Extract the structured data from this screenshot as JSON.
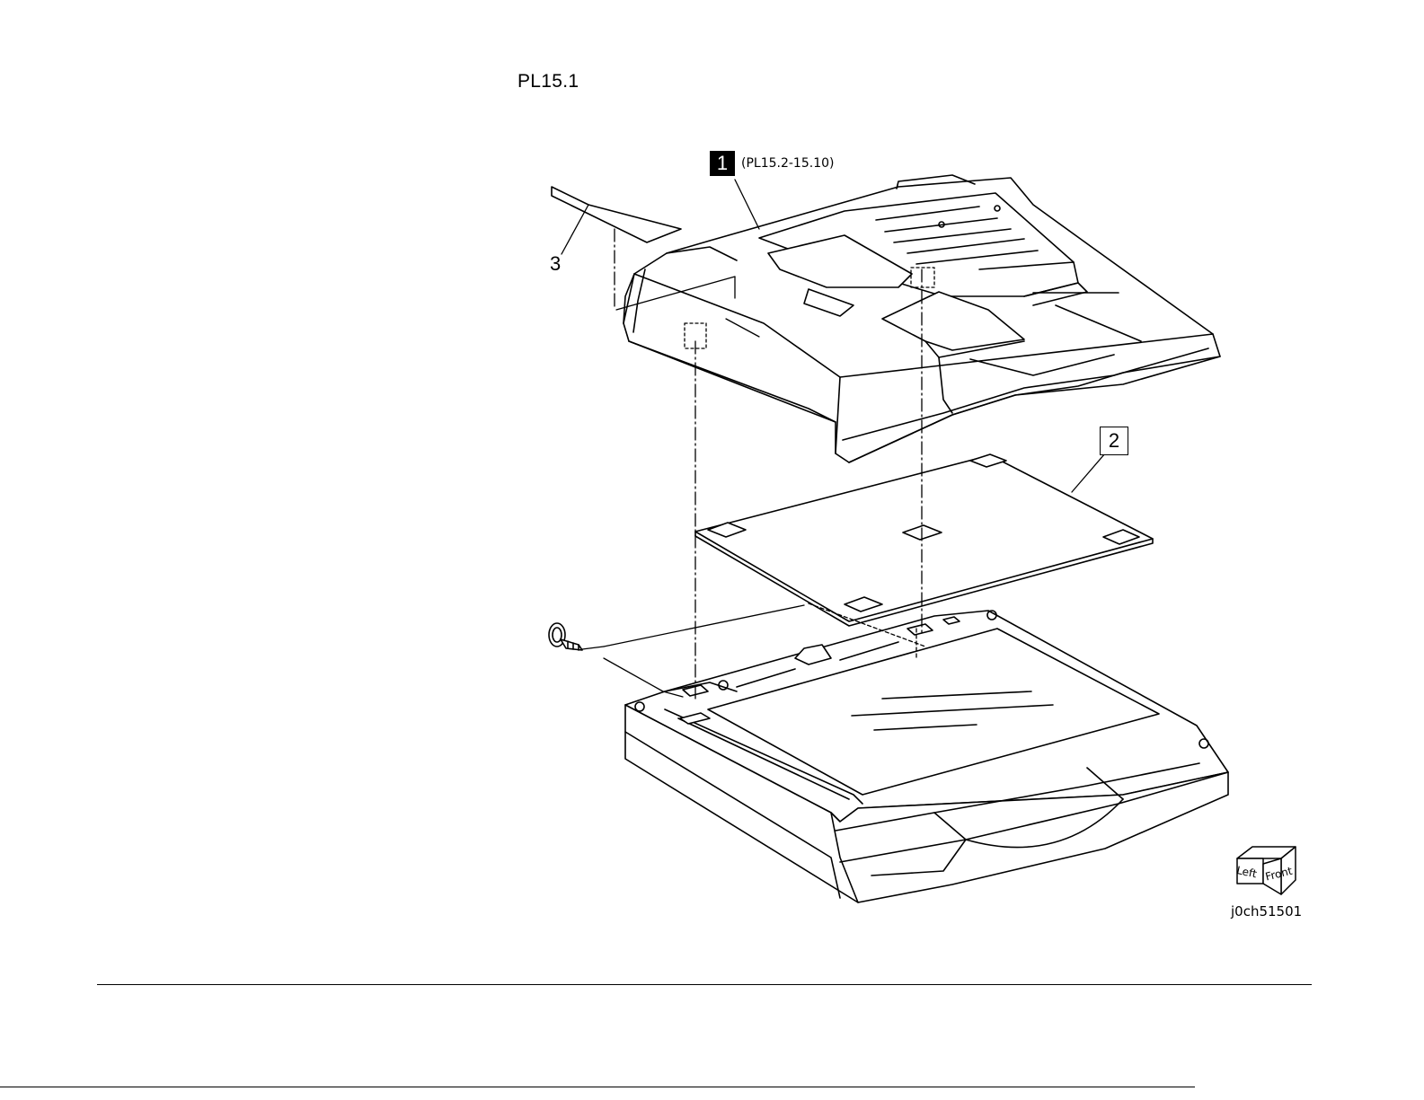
{
  "page": {
    "id": "PL15.1",
    "figure_code": "j0ch51501"
  },
  "callouts": [
    {
      "number": "1",
      "style": "inverted",
      "reference": "(PL15.2-15.10)"
    },
    {
      "number": "2",
      "style": "boxed",
      "reference": ""
    },
    {
      "number": "3",
      "style": "plain",
      "reference": ""
    }
  ],
  "orientation_cube": {
    "left_face": "Left",
    "front_face": "Front"
  }
}
